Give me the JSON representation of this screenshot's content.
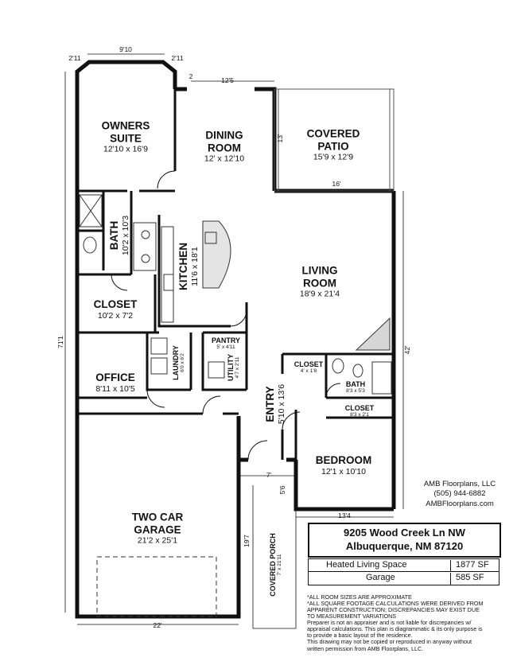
{
  "rooms": {
    "owners_suite": {
      "name_l1": "OWNERS",
      "name_l2": "SUITE",
      "size": "12'10 x 16'9"
    },
    "dining_room": {
      "name_l1": "DINING",
      "name_l2": "ROOM",
      "size": "12' x 12'10"
    },
    "covered_patio": {
      "name_l1": "COVERED",
      "name_l2": "PATIO",
      "size": "15'9 x 12'9"
    },
    "owners_bath": {
      "name": "BATH",
      "size": "10'2 x 10'3"
    },
    "kitchen": {
      "name": "KITCHEN",
      "size": "11'6 x 18'1"
    },
    "living_room": {
      "name_l1": "LIVING",
      "name_l2": "ROOM",
      "size": "18'9 x 21'4"
    },
    "closet_owner": {
      "name": "CLOSET",
      "size": "10'2 x 7'2"
    },
    "pantry": {
      "name": "PANTRY",
      "size": "5' x 4'11"
    },
    "laundry": {
      "name": "LAUNDRY",
      "size": "6'0 x 6'2"
    },
    "utility": {
      "name": "UTILITY",
      "size": "4'7 x 2'11"
    },
    "office": {
      "name": "OFFICE",
      "size": "8'11 x 10'5"
    },
    "closet_small": {
      "name": "CLOSET",
      "size": "4' x 1'8"
    },
    "bath2": {
      "name": "BATH",
      "size": "8'3 x 5'3"
    },
    "closet_bed": {
      "name": "CLOSET",
      "size": "8'3 x 2'1"
    },
    "entry": {
      "name": "ENTRY",
      "size": "5'10 x 13'6"
    },
    "bedroom": {
      "name": "BEDROOM",
      "size": "12'1 x 10'10"
    },
    "garage": {
      "name_l1": "TWO CAR",
      "name_l2": "GARAGE",
      "size": "21'2 x 25'1"
    },
    "covered_porch": {
      "name": "COVERED PORCH",
      "size": "7' x 21'11"
    }
  },
  "dimensions": {
    "top_bay": "9'10",
    "bay_left": "2'11",
    "bay_right": "2'11",
    "small_2": "2",
    "dining_width": "12'5",
    "patio_depth": "13'",
    "patio_width": "16'",
    "overall_left": "71'1",
    "right_42": "42'",
    "porch_depth": "19'7",
    "porch_7": "7'",
    "porch_5_6": "5'6",
    "bedroom_width": "13'4",
    "garage_width": "22'"
  },
  "info": {
    "address_l1": "9205 Wood Creek Ln NW",
    "address_l2": "Albuquerque, NM 87120",
    "heated_label": "Heated Living Space",
    "heated_value": "1877 SF",
    "garage_label": "Garage",
    "garage_value": "585 SF"
  },
  "credits": {
    "company": "AMB Floorplans, LLC",
    "phone": "(505) 944-6882",
    "website": "AMBFloorplans.com"
  },
  "notes": [
    "*ALL ROOM SIZES ARE APPROXIMATE",
    "*ALL SQUARE FOOTAGE CALCULATIONS WERE DERIVED FROM",
    "APPARENT CONSTRUCTION; DISCREPANCIES MAY EXIST DUE",
    "TO MEASUREMENT VARIATIONS",
    "Preparer is not an appraiser and is not liable for discrepancies w/",
    "appraisal calculations.  This plan is diagrammatic & its only purpose is",
    "to provide a basic layout of the residence.",
    "This drawing may not be copied or reproduced in anyway without",
    "written permission from AMB Floorplans, LLC."
  ]
}
